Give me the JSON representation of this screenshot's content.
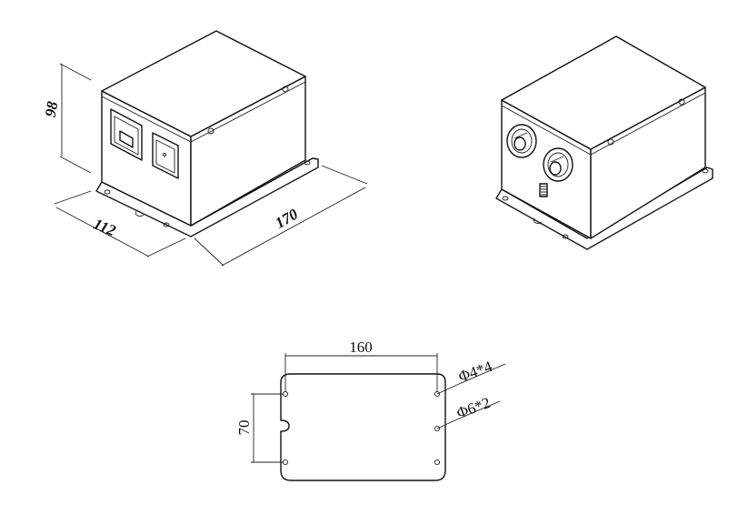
{
  "drawing": {
    "left_view": {
      "height_label": "98",
      "depth_label": "112",
      "length_label": "170"
    },
    "bottom_view": {
      "width_label": "160",
      "spacing_label": "70",
      "small_hole_label": "Φ4*4",
      "large_hole_label": "Φ6*2"
    }
  }
}
